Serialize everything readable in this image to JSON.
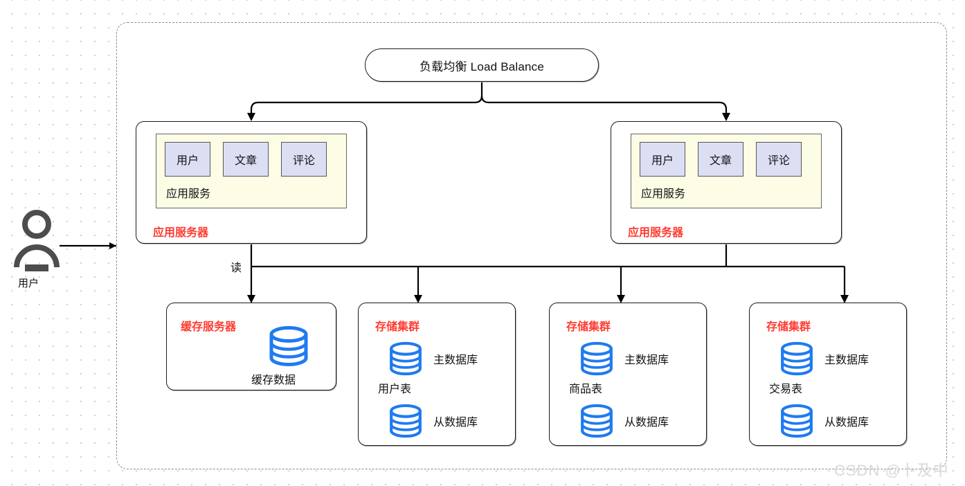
{
  "diagram": {
    "title": "负载均衡 Load Balance",
    "watermark": "CSDN @卜及中",
    "colors": {
      "accent_red": "#ff3b30",
      "db_blue": "#1f7bf0",
      "panel_yellow": "#fdfde6",
      "module_lavender": "#dcdff4",
      "actor_gray": "#4d4d4d",
      "line_black": "#000000",
      "frame_dash": "#8c8c8c",
      "watermark_gray": "#d9d9d9"
    },
    "actor": {
      "label": "用户",
      "icon": "person-icon"
    },
    "load_balance": {
      "label": "负载均衡 Load Balance"
    },
    "edge_labels": {
      "read": "读"
    },
    "app_servers": [
      {
        "title": "应用服务器",
        "panel_caption": "应用服务",
        "modules": [
          "用户",
          "文章",
          "评论"
        ]
      },
      {
        "title": "应用服务器",
        "panel_caption": "应用服务",
        "modules": [
          "用户",
          "文章",
          "评论"
        ]
      }
    ],
    "cache_server": {
      "title": "缓存服务器",
      "data_label": "缓存数据",
      "icon": "database-icon"
    },
    "storage_clusters": [
      {
        "title": "存储集群",
        "table": "用户表",
        "master": "主数据库",
        "slave": "从数据库"
      },
      {
        "title": "存储集群",
        "table": "商品表",
        "master": "主数据库",
        "slave": "从数据库"
      },
      {
        "title": "存储集群",
        "table": "交易表",
        "master": "主数据库",
        "slave": "从数据库"
      }
    ]
  }
}
